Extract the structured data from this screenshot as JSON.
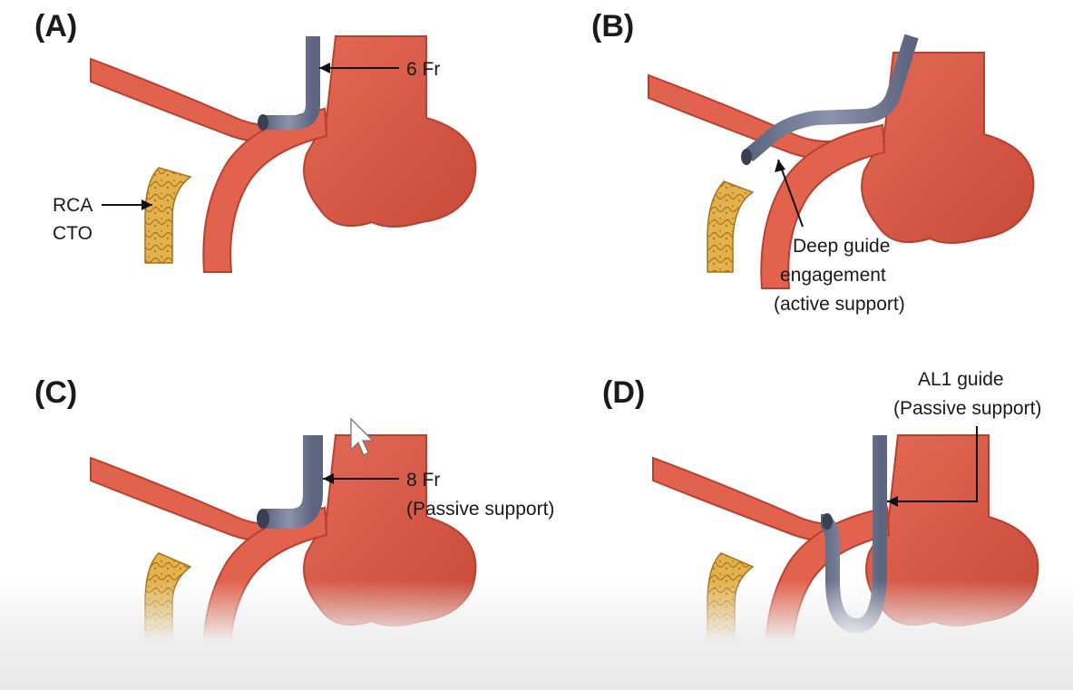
{
  "colors": {
    "vessel": "#e2634d",
    "vessel_dark": "#b8402f",
    "heart": "#dd5a48",
    "catheter": "#6f7690",
    "plaque": "#e2b04a",
    "text": "#1a1a1a"
  },
  "panels": {
    "a": {
      "label": "(A)",
      "caption": "6 Fr",
      "lesion_line1": "RCA",
      "lesion_line2": "CTO"
    },
    "b": {
      "label": "(B)",
      "line1": "Deep guide",
      "line2": "engagement",
      "line3": "(active support)"
    },
    "c": {
      "label": "(C)",
      "line1": "8 Fr",
      "line2": "(Passive support)"
    },
    "d": {
      "label": "(D)",
      "line1": "AL1 guide",
      "line2": "(Passive support)"
    }
  },
  "icons": {
    "cursor": "mouse-pointer-icon"
  }
}
